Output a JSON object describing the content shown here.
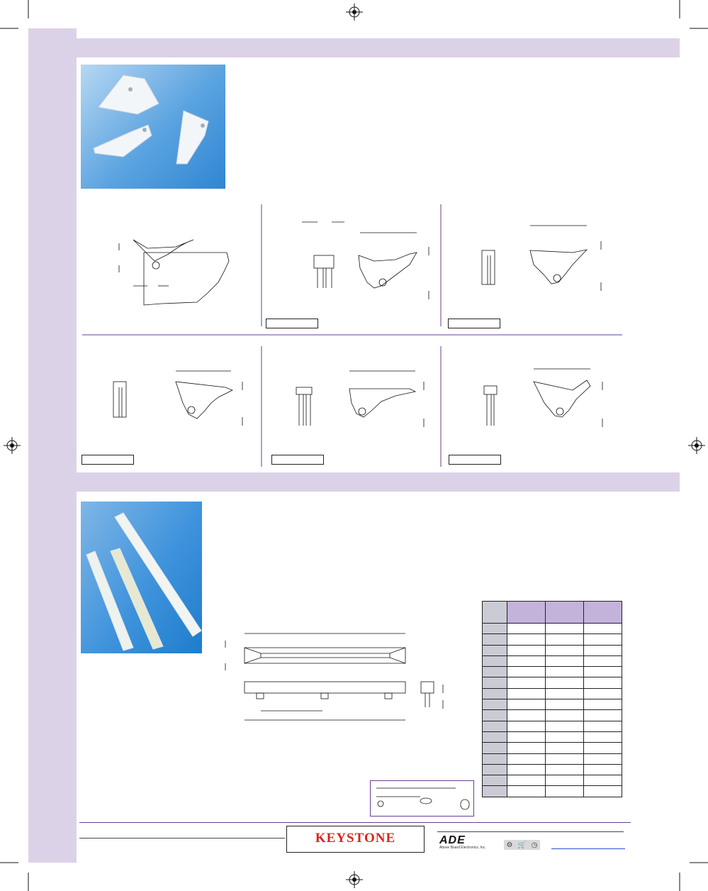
{
  "brand": {
    "logo_text": "KEYSTONE",
    "accent": "#d9241b"
  },
  "distributor": {
    "logo_text": "ADE",
    "tagline": "Above Board Electronics, Inc."
  },
  "colors": {
    "band": "#dcd2e8",
    "rule": "#6a3d8f",
    "table_header": "#c3b3db"
  },
  "footer_icons": [
    "gear-icon",
    "cart-icon",
    "clock-icon"
  ],
  "table": {
    "row_count": 16
  }
}
